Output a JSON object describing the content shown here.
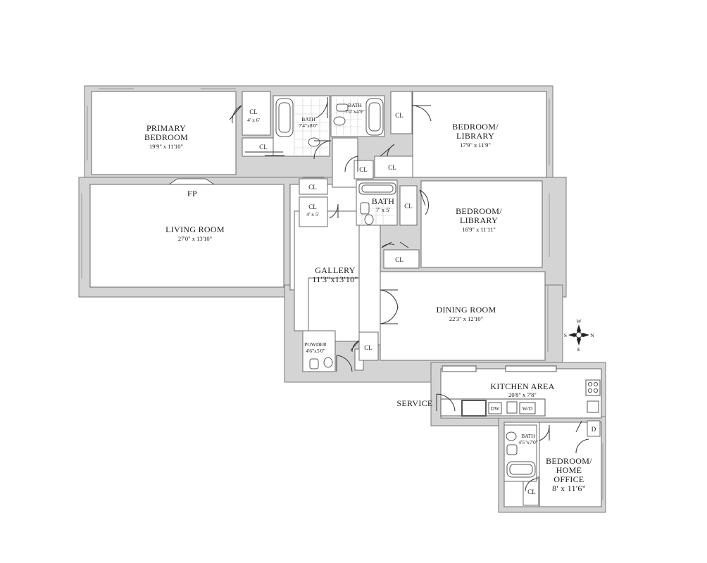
{
  "rooms": {
    "primary": {
      "name_1": "PRIMARY",
      "name_2": "BEDROOM",
      "dim": "19'9\" x 11'10\""
    },
    "living": {
      "name": "LIVING ROOM",
      "dim": "27'0\" x 13'10\""
    },
    "fireplace": "FP",
    "gallery": {
      "name": "GALLERY",
      "dim": "11'3\"x13'10\""
    },
    "bed_lib_1": {
      "name_1": "BEDROOM/",
      "name_2": "LIBRARY",
      "dim": "17'9\" x 11'9\""
    },
    "bed_lib_2": {
      "name_1": "BEDROOM/",
      "name_2": "LIBRARY",
      "dim": "16'9\" x 11'11\""
    },
    "dining": {
      "name": "DINING ROOM",
      "dim": "22'3\" x 12'10\""
    },
    "kitchen": {
      "name": "KITCHEN AREA",
      "dim": "20'8\" x 7'8\""
    },
    "service": "SERVICE",
    "powder": {
      "name": "POWDER",
      "dim": "4'6\"x5'0\""
    },
    "bath_primary": {
      "name": "BATH",
      "dim": "7'4\"x8'0\""
    },
    "bath_2": {
      "name": "BATH",
      "dim": "7'0\"x4'9\""
    },
    "bath_3": {
      "name": "BATH",
      "dim": "7' x 5'"
    },
    "bath_staff": {
      "name": "BATH",
      "dim": "4'5\"x7'0\""
    },
    "office": {
      "name_1": "BEDROOM/",
      "name_2": "HOME",
      "name_3": "OFFICE",
      "dim": "8' x 11'6\""
    },
    "closet_label": "CL",
    "closet_dim_a": "4' x 6'",
    "closet_dim_b": "4' x 5'"
  },
  "appliances": {
    "dw": "DW",
    "wd": "W/D",
    "d": "D"
  },
  "compass": {
    "n": "N",
    "s": "S",
    "e": "E",
    "w": "W"
  }
}
